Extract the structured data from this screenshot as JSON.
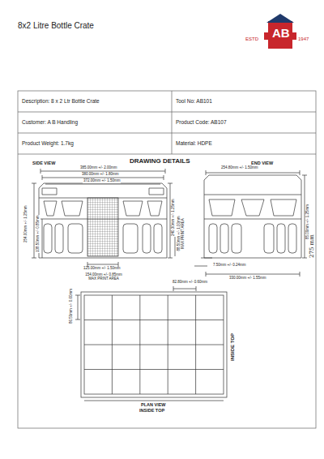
{
  "diagram": {
    "title": "8x2 Litre Bottle Crate",
    "labels": [
      "ESTD",
      "AB",
      "1947",
      "Description: 8 x 2 Ltr Bottle Crate",
      "Tool No: AB101",
      "Customer: A B Handling",
      "Product Code: AB107",
      "Product Weight: 1.7kg",
      "Material: HDPE",
      "DRAWING DETAILS",
      "SIDE VIEW",
      "END VIEW",
      "385.00mm +/- 2.00mm",
      "380.00mm +/- 1.80mm",
      "372.00mm +/- 1.50mm",
      "254.00mm +/- 1.25mm",
      "138.50mm +/- 0.85mm",
      "240.30mm +/- 1.25mm",
      "88.50mm +/- 1.00mm MAX PRINT AREA",
      "125.00mm +/- 1.50mm",
      "154.00mm +/- 0.85mm MAX PRINT AREA",
      "254.80mm +/- 1.50mm",
      "85.00mm +/- 1.25mm",
      "275 mm",
      "7.50mm +/- 0.24mm",
      "330.00mm +/- 1.55mm",
      "82.80mm +/- 0.60mm",
      "86.50mm +/- 0.60mm",
      "INSIDE TOP",
      "PLAN VIEW",
      "INSIDE TOP"
    ]
  }
}
